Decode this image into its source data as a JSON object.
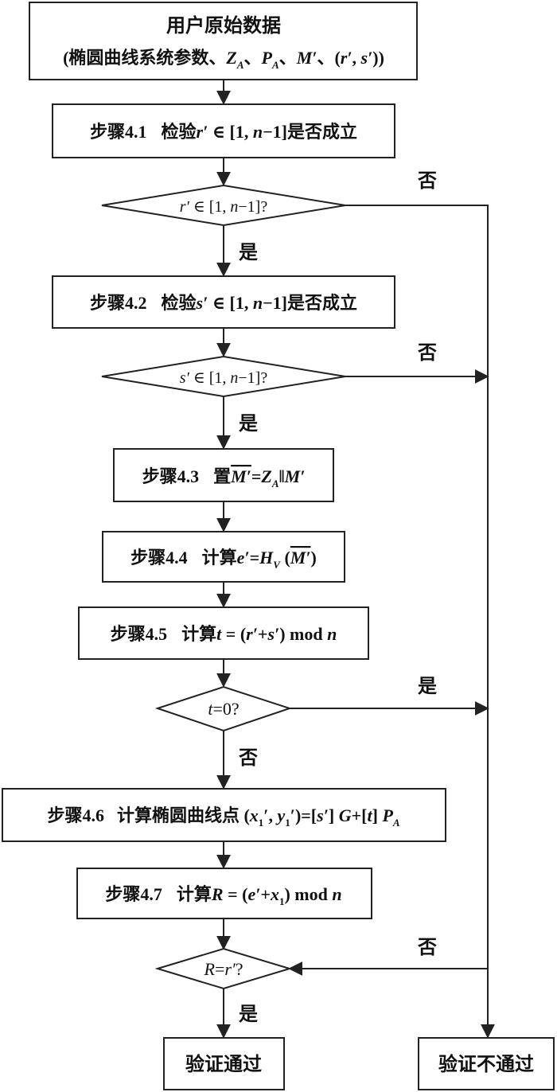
{
  "start": {
    "line1": "用户原始数据",
    "line2_prefix": "(椭圆曲线系统参数、",
    "line2_items": [
      "Z",
      "A",
      "、",
      "P",
      "A",
      "、",
      "M′",
      "、(",
      "r′",
      ", ",
      "s′",
      "))"
    ]
  },
  "steps": {
    "s41": {
      "label": "步骤4.1",
      "text_a": "检验",
      "var": "r′",
      "text_b": " ∈ [1, ",
      "n": "n",
      "text_c": "−1]是否成立"
    },
    "s42": {
      "label": "步骤4.2",
      "text_a": "检验",
      "var": "s′",
      "text_b": " ∈ [1, ",
      "n": "n",
      "text_c": "−1]是否成立"
    },
    "s43": {
      "label": "步骤4.3",
      "text_a": "置",
      "mbar": "M′",
      "eq": "=",
      "z": "Z",
      "zsub": "A",
      "sep": "‖",
      "m": "M′"
    },
    "s44": {
      "label": "步骤4.4",
      "text_a": "计算",
      "e": "e′",
      "eq": "=",
      "h": "H",
      "hsub": "V",
      "arg_open": " (",
      "mbar": "M′",
      "arg_close": ")"
    },
    "s45": {
      "label": "步骤4.5",
      "text_a": "计算",
      "t": "t",
      "eq": " = (",
      "r": "r′",
      "plus": "+",
      "s": "s′",
      "close": ") mod ",
      "n": "n"
    },
    "s46": {
      "label": "步骤4.6",
      "text_a": "计算椭圆曲线点",
      "pt_open": " (",
      "x": "x",
      "xsub": "1",
      "xp": "′",
      "comma": ", ",
      "y": "y",
      "ysub": "1",
      "yp": "′",
      "pt_close": ")=[",
      "s": "s′",
      "mid": "] ",
      "g": "G",
      "plus": "+[",
      "t": "t",
      "close": "] ",
      "p": "P",
      "psub": "A"
    },
    "s47": {
      "label": "步骤4.7",
      "text_a": "计算",
      "r": "R",
      "eq": " = (",
      "e": "e′",
      "plus": "+",
      "x": "x",
      "xsub": "1",
      "close": ") mod ",
      "n": "n"
    }
  },
  "decisions": {
    "d1": {
      "var": "r′",
      "text_b": " ∈ [1, ",
      "n": "n",
      "text_c": "−1]?"
    },
    "d2": {
      "var": "s′",
      "text_b": " ∈ [1, ",
      "n": "n",
      "text_c": "−1]?"
    },
    "d3": {
      "t": "t",
      "text": "=0?"
    },
    "d4": {
      "r": "R",
      "eq": "=",
      "rp": "r′",
      "q": "?"
    }
  },
  "branch_labels": {
    "d1_no": "否",
    "d1_yes": "是",
    "d2_no": "否",
    "d2_yes": "是",
    "d3_yes": "是",
    "d3_no": "否",
    "d4_no": "否",
    "d4_yes": "是"
  },
  "outcomes": {
    "pass": "验证通过",
    "fail": "验证不通过"
  }
}
